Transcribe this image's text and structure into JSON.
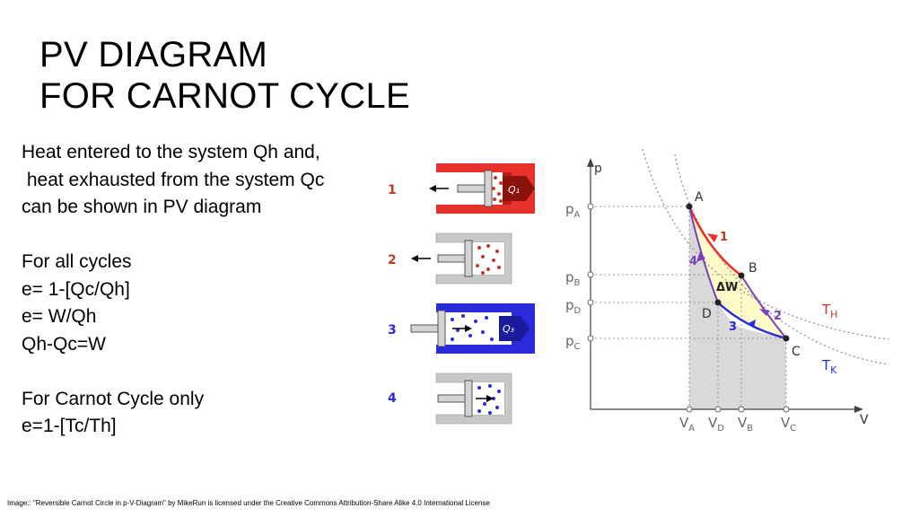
{
  "title": {
    "line1": "PV DIAGRAM",
    "line2": "FOR CARNOT CYCLE"
  },
  "body": {
    "lines": [
      "Heat entered to the system Qh and,",
      " heat exhausted from the system Qc",
      "can be shown in PV diagram",
      "",
      "For all cycles",
      "e= 1-[Qc/Qh]",
      "e= W/Qh",
      "Qh-Qc=W",
      "",
      "For Carnot Cycle only",
      "e=1-[Tc/Th]"
    ]
  },
  "pistons": [
    {
      "step": "1",
      "heat": "Q₁"
    },
    {
      "step": "2",
      "heat": ""
    },
    {
      "step": "3",
      "heat": "Q₃"
    },
    {
      "step": "4",
      "heat": ""
    }
  ],
  "pv": {
    "axis_p": "p",
    "axis_v": "V",
    "p_labels": [
      "p",
      "p",
      "p",
      "p"
    ],
    "p_subs": [
      "A",
      "B",
      "D",
      "C"
    ],
    "v_labels": [
      "V",
      "V",
      "V",
      "V"
    ],
    "v_subs": [
      "A",
      "D",
      "B",
      "C"
    ],
    "points": [
      "A",
      "B",
      "C",
      "D"
    ],
    "steps": [
      "1",
      "2",
      "3",
      "4"
    ],
    "work": "ΔW",
    "th": "T",
    "th_sub": "H",
    "tk": "T",
    "tk_sub": "K"
  },
  "colors": {
    "hot": "#e8312a",
    "cold": "#2b2bdb",
    "purple": "#7a3fbf",
    "step_hot": "#c0392b",
    "step_cold": "#2b2bdb",
    "fill_work": "#fffbc8",
    "fill_area": "#d9d9d9"
  },
  "credit": "Image:: \"Reversible Carnot Circle in p-V-Diagram\" by MikeRun  is licensed under the Creative Commons Attribution-Share Alike 4.0 International License"
}
